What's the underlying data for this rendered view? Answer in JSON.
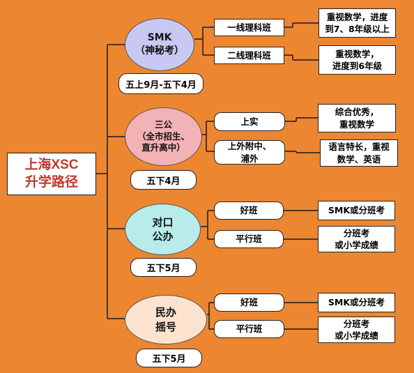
{
  "root": {
    "label": "上海XSC\n升学路径",
    "color": "#C0392B"
  },
  "groups": [
    {
      "name": "SMK\n（神秘考）",
      "fill": "#C8C9F3",
      "time": "五上9月-五下4月",
      "options": [
        {
          "label": "一线理科班",
          "desc": "重视数学，进度\n到7、8年级以上"
        },
        {
          "label": "二线理科班",
          "desc": "重视数学，\n进度到6年级"
        }
      ]
    },
    {
      "name": "三公\n（全市招生、\n直升高中）",
      "fill": "#F3B2B6",
      "time": "五下4月",
      "options": [
        {
          "label": "上实",
          "desc": "综合优秀，\n重视数学"
        },
        {
          "label": "上外附中、\n浦外",
          "desc": "语言特长，重视\n数学、英语"
        }
      ]
    },
    {
      "name": "对口\n公办",
      "fill": "#B7ECEB",
      "time": "五下5月",
      "options": [
        {
          "label": "好班",
          "desc": "SMK或分班考"
        },
        {
          "label": "平行班",
          "desc": "分班考\n或小学成绩"
        }
      ]
    },
    {
      "name": "民办\n摇号",
      "fill": "#FBE3D0",
      "time": "五下5月",
      "options": [
        {
          "label": "好班",
          "desc": "SMK或分班考"
        },
        {
          "label": "平行班",
          "desc": "分班考\n或小学成绩"
        }
      ]
    }
  ]
}
